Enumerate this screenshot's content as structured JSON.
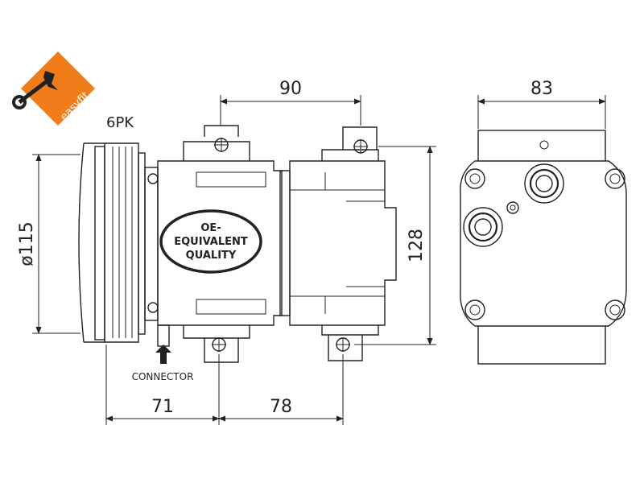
{
  "logo": {
    "text": "easyfit",
    "color": "#f07d1a"
  },
  "labels": {
    "belt": "6PK",
    "badge_line1": "OE-",
    "badge_line2": "EQUIVALENT",
    "badge_line3": "QUALITY",
    "connector": "CONNECTOR"
  },
  "dimensions": {
    "top_span": "90",
    "side_width": "83",
    "height": "128",
    "pulley_diameter": "ø115",
    "pulley_offset": "71",
    "mount_span": "78"
  }
}
